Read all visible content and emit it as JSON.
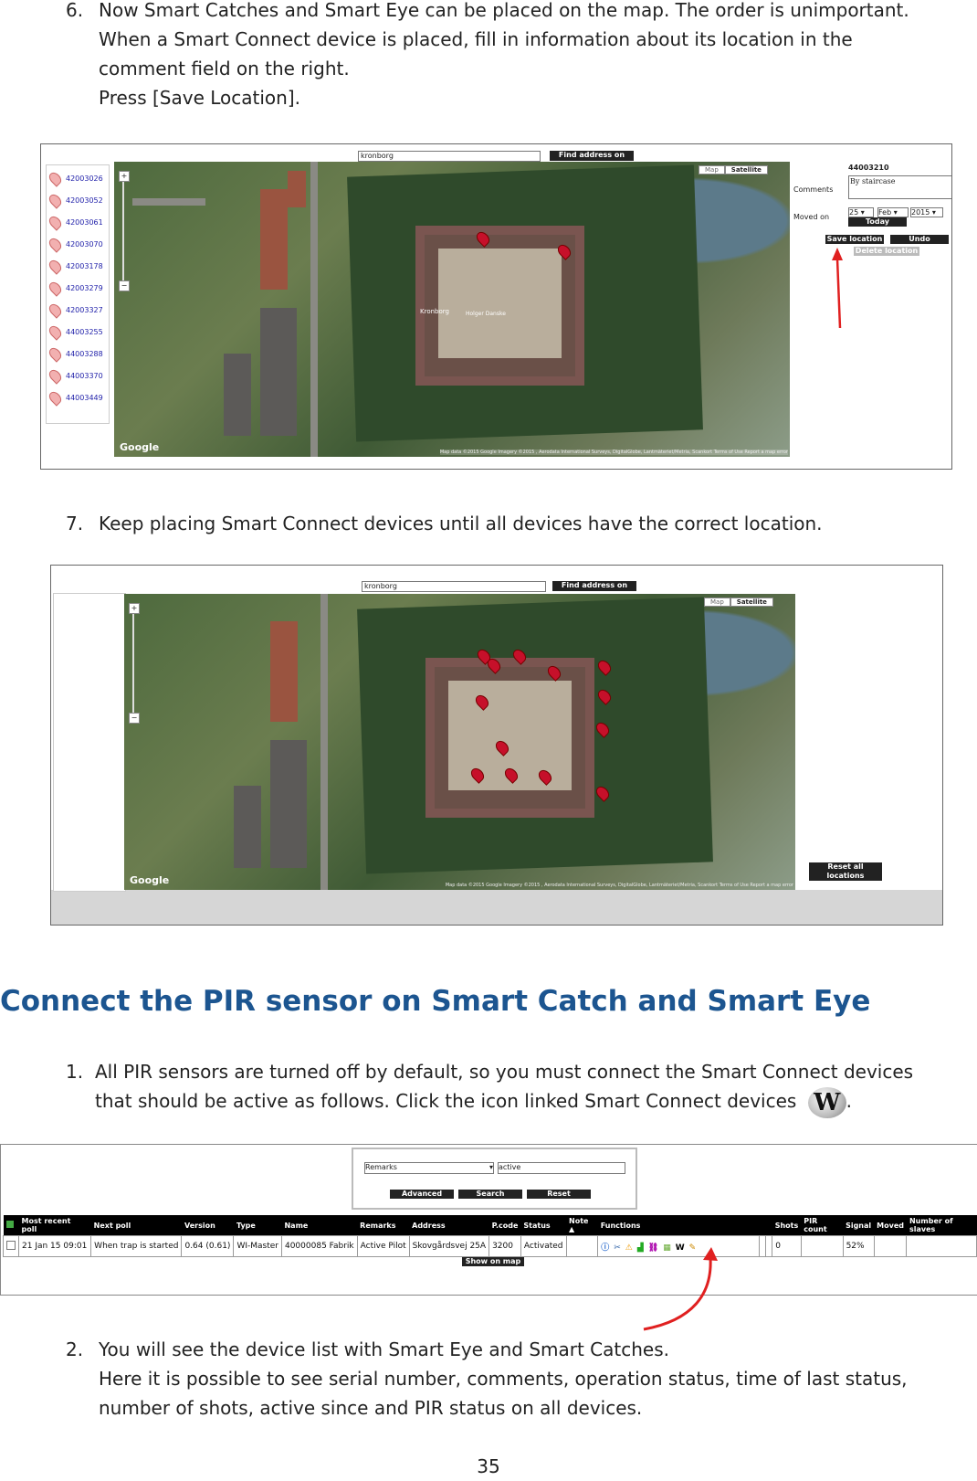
{
  "step6": {
    "number": "6.",
    "line1": "Now Smart Catches and Smart Eye can be placed on the map. The order is unimportant.",
    "line2": "When a Smart Connect device is placed, fill in information about its location in the",
    "line3": "comment field on the right.",
    "line4": "Press [Save Location]."
  },
  "map1": {
    "search_value": "kronborg",
    "find_button": "Find address on map",
    "map_toggle": "Map",
    "satellite_toggle": "Satellite",
    "device_list": [
      "42003026",
      "42003052",
      "42003061",
      "42003070",
      "42003178",
      "42003279",
      "42003327",
      "44003255",
      "44003288",
      "44003370",
      "44003449"
    ],
    "device_id": "44003210",
    "comments_label": "Comments",
    "comments_value": "By staircase",
    "moved_on_label": "Moved on",
    "day": "25",
    "month": "Feb",
    "year": "2015",
    "today_button": "Today",
    "save_button": "Save location",
    "undo_button": "Undo",
    "delete_button": "Delete location",
    "place_kronborg": "Kronborg",
    "place_holger": "Holger Danske",
    "google": "Google",
    "attribution": "Map data ©2015 Google Imagery ©2015 , Aerodata International Surveys, DigitalGlobe, Lantmäteriet/Metria, Scankort   Terms of Use   Report a map error"
  },
  "step7": {
    "number": "7.",
    "line1": "Keep placing Smart Connect devices until all devices have the correct location."
  },
  "map2": {
    "search_value": "kronborg",
    "find_button": "Find address on map",
    "map_toggle": "Map",
    "satellite_toggle": "Satellite",
    "reset_button": "Reset all locations",
    "google": "Google",
    "attribution": "Map data ©2015 Google Imagery ©2015 , Aerodata International Surveys, DigitalGlobe, Lantmäteriet/Metria, Scankort   Terms of Use   Report a map error"
  },
  "section_heading": "Connect the PIR sensor on Smart Catch and Smart Eye",
  "step1": {
    "number": "1.",
    "line1": "All PIR sensors are turned off by default, so you must connect the Smart Connect devices",
    "line2": "that should be active as follows. Click the icon linked Smart Connect devices",
    "icon_letter": "W",
    "line2_end": "."
  },
  "table_shot": {
    "filter_select": "Remarks",
    "filter_value": "active",
    "advanced_button": "Advanced",
    "search_button": "Search",
    "reset_button": "Reset",
    "columns": [
      "Most recent poll",
      "Next poll",
      "Version",
      "Type",
      "Name",
      "Remarks",
      "Address",
      "P.code",
      "Status",
      "Note ▲",
      "Functions",
      "",
      "",
      "Shots",
      "PIR count",
      "Signal",
      "Moved",
      "Number of slaves"
    ],
    "row": [
      "21 Jan 15  09:01",
      "When trap is started",
      "0.64 (0.61)",
      "WI-Master",
      "40000085 Fabrik",
      "Active Pilot",
      "Skovgårdsvej 25A",
      "3200",
      "Activated",
      "",
      "",
      "",
      "",
      "0",
      "",
      "52%",
      "",
      ""
    ],
    "show_on_map_button": "Show on map"
  },
  "step2": {
    "number": "2.",
    "line1": "You will see the device list with Smart Eye and Smart Catches.",
    "line2": "Here it is possible to see serial number, comments, operation status, time of last status,",
    "line3": "number of shots, active since and PIR status on all devices."
  },
  "page_number": "35"
}
